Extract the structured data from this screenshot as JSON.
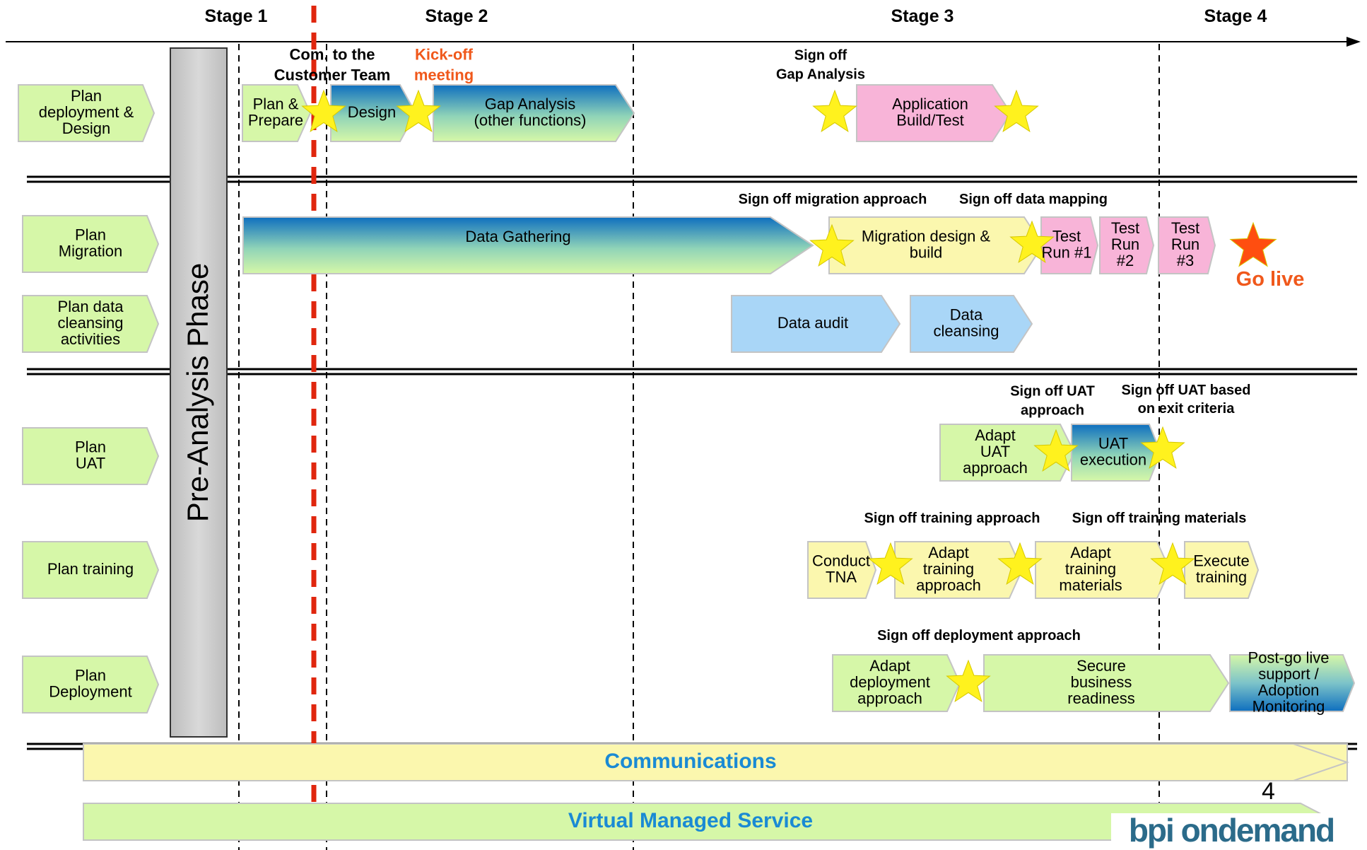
{
  "stages": [
    "Stage 1",
    "Stage 2",
    "Stage 3",
    "Stage 4"
  ],
  "pre_analysis": "Pre-Analysis Phase",
  "page_number": "4",
  "logo": {
    "text": "bpi ondemand",
    "color": "#2b6b8a"
  },
  "colors": {
    "green": "#d6f7a8",
    "yellow": "#fbf7ae",
    "pink": "#f8b4d8",
    "lightblue": "#a9d6f7",
    "gradient_top": "#0e6fbf",
    "gradient_bottom": "#d6f7a8",
    "red_dash": "#e0260e",
    "orange": "#f0581b",
    "star": "#fff21e",
    "go_live_star": "#ff4e10",
    "banner_text": "#1a8ad4"
  },
  "rows": [
    {
      "label": [
        "Plan",
        "deployment &",
        "Design"
      ]
    },
    {
      "label": [
        "Plan",
        "Migration"
      ]
    },
    {
      "label": [
        "Plan data",
        "cleansing",
        "activities"
      ]
    },
    {
      "label": [
        "Plan",
        "UAT"
      ]
    },
    {
      "label": [
        "Plan training"
      ]
    },
    {
      "label": [
        "Plan",
        "Deployment"
      ]
    }
  ],
  "tasks": {
    "plan_prepare": [
      "Plan &",
      "Prepare"
    ],
    "design": [
      "Design"
    ],
    "gap_analysis": [
      "Gap Analysis",
      "(other functions)"
    ],
    "app_build": [
      "Application",
      "Build/Test"
    ],
    "data_gathering": [
      "Data Gathering"
    ],
    "migration_design": [
      "Migration design &",
      "build"
    ],
    "test_run_1": [
      "Test",
      "Run #1"
    ],
    "test_run_2": [
      "Test",
      "Run",
      "#2"
    ],
    "test_run_3": [
      "Test",
      "Run",
      "#3"
    ],
    "data_audit": [
      "Data audit"
    ],
    "data_cleansing": [
      "Data",
      "cleansing"
    ],
    "adapt_uat": [
      "Adapt",
      "UAT",
      "approach"
    ],
    "uat_execution": [
      "UAT",
      "execution"
    ],
    "conduct_tna": [
      "Conduct",
      "TNA"
    ],
    "adapt_training_approach": [
      "Adapt",
      "training",
      "approach"
    ],
    "adapt_training_materials": [
      "Adapt",
      "training",
      "materials"
    ],
    "execute_training": [
      "Execute",
      "training"
    ],
    "adapt_deployment": [
      "Adapt",
      "deployment",
      "approach"
    ],
    "secure_business": [
      "Secure",
      "business",
      "readiness"
    ],
    "post_go_live": [
      "Post-go live",
      "support /",
      "Adoption",
      "Monitoring"
    ]
  },
  "milestones": {
    "comm_team": [
      "Com. to the",
      "Customer Team"
    ],
    "kickoff": [
      "Kick-off",
      "meeting"
    ],
    "signoff_gap": [
      "Sign off",
      "Gap Analysis"
    ],
    "signoff_migration": [
      "Sign off migration approach"
    ],
    "signoff_mapping": [
      "Sign off data mapping"
    ],
    "go_live": [
      "Go live"
    ],
    "signoff_uat_approach": [
      "Sign off UAT",
      "approach"
    ],
    "signoff_uat_exit": [
      "Sign off UAT based",
      "on exit criteria"
    ],
    "signoff_training_approach": [
      "Sign off training approach"
    ],
    "signoff_training_materials": [
      "Sign off training materials"
    ],
    "signoff_deployment": [
      "Sign off deployment approach"
    ]
  },
  "banners": {
    "communications": [
      "Communications"
    ],
    "vms": [
      "Virtual Managed Service"
    ]
  }
}
